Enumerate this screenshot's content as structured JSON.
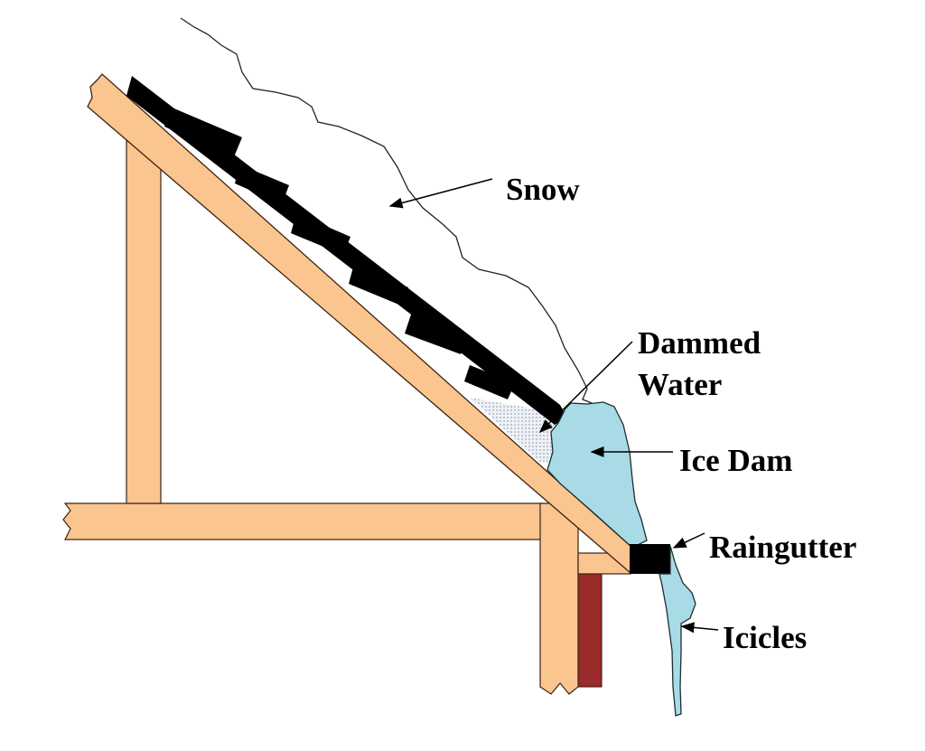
{
  "labels": {
    "snow": "Snow",
    "dammed_water_line1": "Dammed",
    "dammed_water_line2": "Water",
    "ice_dam": "Ice Dam",
    "raingutter": "Raingutter",
    "icicles": "Icicles"
  },
  "colors": {
    "wood": "#fbc58f",
    "ice": "#a9dbe6",
    "shingle": "#000000",
    "siding": "#9b2a2a"
  }
}
